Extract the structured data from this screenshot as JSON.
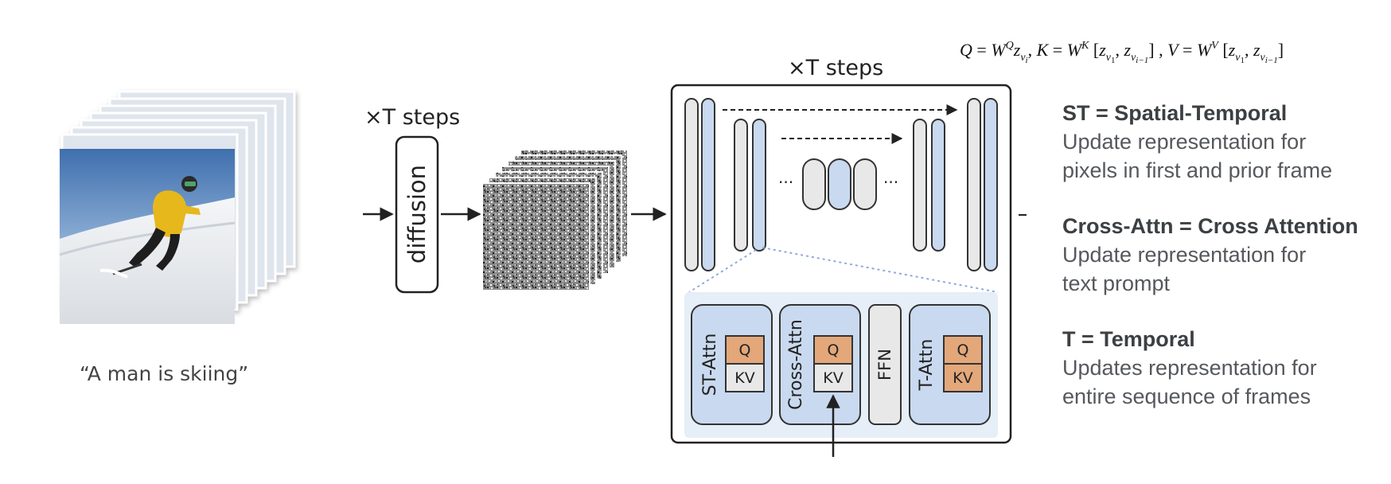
{
  "formula": "Q = W^Q z_{v_i}, K = W^K [z_{v_1}, z_{v_{i-1}}], V = W^V [z_{v_1}, z_{v_{i-1}}]",
  "input": {
    "caption": "“A man is skiing”"
  },
  "diffusion": {
    "steps_label": "×T steps",
    "block_label": "diffusion"
  },
  "unet": {
    "steps_label": "×T steps",
    "ellipsis": "···",
    "blocks": [
      {
        "label": "ST-Attn",
        "top": "Q",
        "bottom": "KV",
        "top_color": "#e3a77a",
        "bottom_color": "#e8e8e8"
      },
      {
        "label": "Cross-Attn",
        "top": "Q",
        "bottom": "KV",
        "top_color": "#e3a77a",
        "bottom_color": "#e8e8e8"
      },
      {
        "label": "FFN"
      },
      {
        "label": "T-Attn",
        "top": "Q",
        "bottom": "KV",
        "top_color": "#e3a77a",
        "bottom_color": "#e3a77a"
      }
    ]
  },
  "legend": [
    {
      "title": "ST = Spatial-Temporal",
      "lines": [
        "Update representation for",
        "pixels in first and prior frame"
      ]
    },
    {
      "title": "Cross-Attn = Cross Attention",
      "lines": [
        "Update representation for",
        "text prompt"
      ]
    },
    {
      "title": "T = Temporal",
      "lines": [
        "Updates representation for",
        "entire sequence of frames"
      ]
    }
  ],
  "colors": {
    "blue_fill": "#c9d9ef",
    "panel_bg": "#e6eef8",
    "orange": "#e3a77a",
    "gray_fill": "#e8e8e8"
  }
}
